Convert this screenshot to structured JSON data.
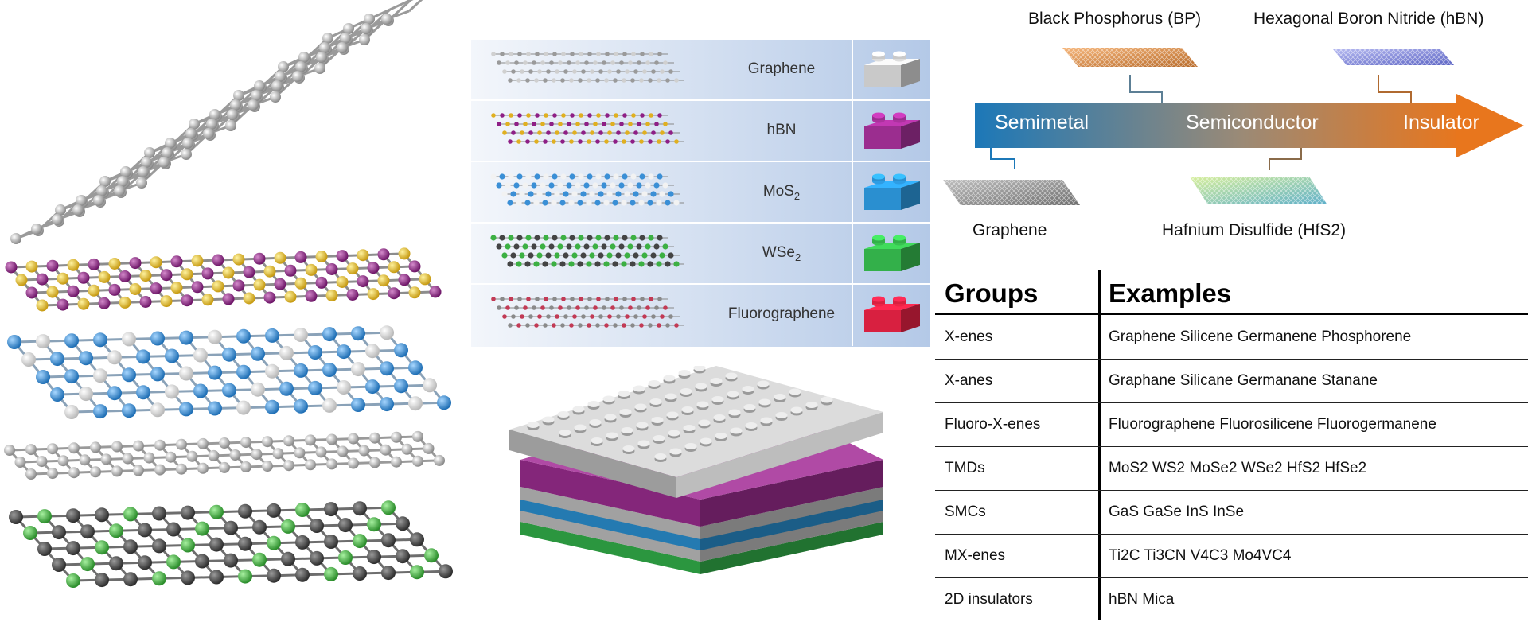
{
  "materials": [
    {
      "name": "Graphene",
      "sub": "",
      "color": "#c9c9c9"
    },
    {
      "name": "hBN",
      "sub": "",
      "color": "#9b2d8f"
    },
    {
      "name": "MoS",
      "sub": "2",
      "color": "#2a8fd0"
    },
    {
      "name": "WSe",
      "sub": "2",
      "color": "#33b04a"
    },
    {
      "name": "Fluorographene",
      "sub": "",
      "color": "#d82040"
    }
  ],
  "spectrum": {
    "arrow_labels": {
      "left": "Semimetal",
      "middle": "Semiconductor",
      "right": "Insulator"
    },
    "top_labels": {
      "bp": "Black Phosphorus (BP)",
      "hbn": "Hexagonal Boron Nitride (hBN)"
    },
    "bottom_labels": {
      "graphene": "Graphene",
      "hfs2": "Hafnium Disulfide (HfS2)"
    },
    "colors": {
      "blue": "#1c78b8",
      "orange": "#e8761d"
    }
  },
  "table": {
    "headers": {
      "groups": "Groups",
      "examples": "Examples"
    },
    "rows": [
      {
        "group": "X-enes",
        "examples": "Graphene Silicene Germanene Phosphorene"
      },
      {
        "group": "X-anes",
        "examples": "Graphane Silicane Germanane Stanane"
      },
      {
        "group": "Fluoro-X-enes",
        "examples": "Fluorographene Fluorosilicene Fluorogermanene"
      },
      {
        "group": "TMDs",
        "examples": "MoS2 WS2 MoSe2 WSe2 HfS2 HfSe2"
      },
      {
        "group": "SMCs",
        "examples": "GaS GaSe InS InSe"
      },
      {
        "group": "MX-enes",
        "examples": "Ti2C Ti3CN V4C3 Mo4VC4"
      },
      {
        "group": "2D insulators",
        "examples": "hBN Mica"
      }
    ]
  }
}
